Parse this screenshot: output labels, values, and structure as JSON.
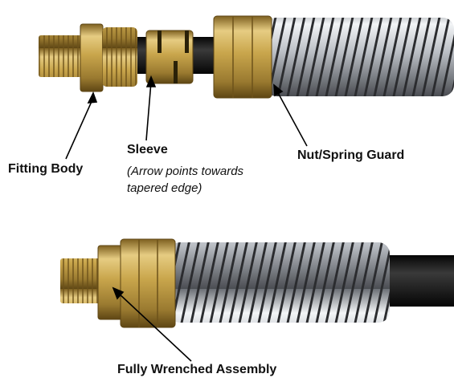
{
  "colors": {
    "brass": "#c9a64c",
    "brass_dark": "#8a6b22",
    "steel": "#c8cbd0",
    "hose": "#151515"
  },
  "labels": {
    "fitting_body": "Fitting Body",
    "sleeve": "Sleeve",
    "sleeve_note_1": "(Arrow points towards",
    "sleeve_note_2": "tapered edge)",
    "nut_spring_guard": "Nut/Spring Guard",
    "assembly": "Fully Wrenched Assembly"
  }
}
